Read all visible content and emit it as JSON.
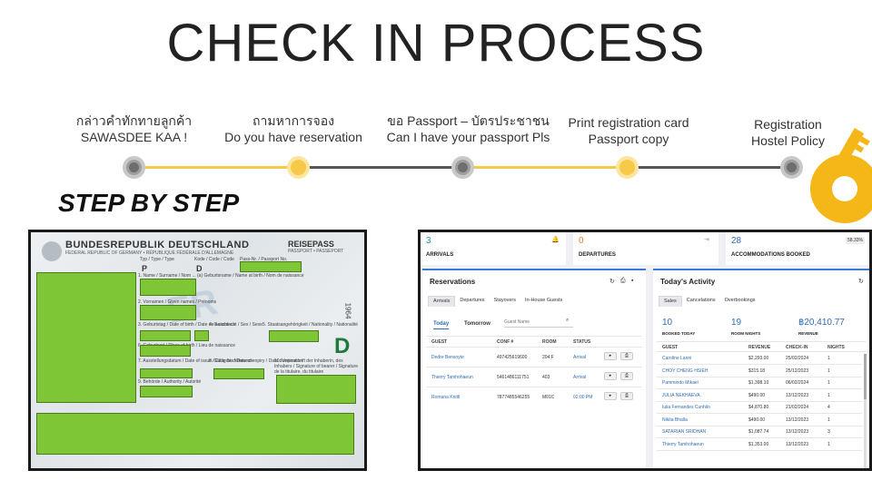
{
  "title": "CHECK IN PROCESS",
  "steps": [
    {
      "line1": "กล่าวคำทักทายลูกค้า",
      "line2": "SAWASDEE KAA !"
    },
    {
      "line1": "ถามหาการจอง",
      "line2": "Do you have reservation"
    },
    {
      "line1": "ขอ Passport – บัตรประชาชน",
      "line2": "Can I have your passport Pls"
    },
    {
      "line1": "Print registration card",
      "line2": "Passport copy"
    },
    {
      "line1": "Registration",
      "line2": "Hostel Policy"
    }
  ],
  "subtitle": "STEP BY STEP",
  "passport": {
    "country": "BUNDESREPUBLIK DEUTSCHLAND",
    "country_sub": "FEDERAL REPUBLIC OF GERMANY • RÉPUBLIQUE FÉDÉRALE D'ALLEMAGNE",
    "doc_title": "REISEPASS",
    "doc_sub": "PASSPORT • PASSEPORT",
    "type_label": "Typ / Type / Type",
    "code_label": "Kode / Code / Code",
    "number_label": "Pass-Nr. / Passport No.",
    "type_value": "P",
    "code_value": "D",
    "name_label": "1. Name / Surname / Nom ... (a) Geburtsname / Name at birth / Nom de naissance",
    "given_label": "2. Vornamen / Given names / Prénoms",
    "dob_label": "3. Geburtstag / Date of birth / Date de naissance",
    "sex_label": "4. Geschlecht / Sex / Sexe",
    "nationality_label": "5. Staatsangehörigkeit / Nationality / Nationalité",
    "pob_label": "6. Geburtsort / Place of birth / Lieu de naissance",
    "issue_label": "7. Ausstellungsdatum / Date of issue / Date de délivrance",
    "expiry_label": "8. Gültig bis / Date of expiry / Date d'expiration",
    "signature_label": "10. Unterschrift der Inhaberin, des Inhabers / Signature of bearer / Signature de la titulaire, du titulaire",
    "authority_label": "9. Behörde / Authority / Autorité",
    "big_letter": "D",
    "side_number": "1964",
    "watermark": "ER"
  },
  "pms": {
    "stats": [
      {
        "num": "3",
        "label": "ARRIVALS"
      },
      {
        "num": "0",
        "label": "DEPARTURES"
      },
      {
        "num": "28",
        "label": "ACCOMMODATIONS BOOKED",
        "pct": "58.33%"
      }
    ],
    "reservations": {
      "title": "Reservations",
      "tabs": [
        "Arrivals",
        "Departures",
        "Stayovers",
        "In-House Guests"
      ],
      "day_tabs": [
        "Today",
        "Tomorrow"
      ],
      "search_placeholder": "Guest Name",
      "columns": [
        "GUEST",
        "CONF #",
        "ROOM",
        "STATUS"
      ],
      "rows": [
        {
          "guest": "Dedre Bensoyte",
          "conf": "497425619600",
          "room": "204 F",
          "status": "Arrival"
        },
        {
          "guest": "Thierry Tamhohaeun",
          "conf": "5461486111751",
          "room": "403",
          "status": "Arrival"
        },
        {
          "guest": "Romana Knittl",
          "conf": "7877485546255",
          "room": "M01C",
          "status": "02:00 PM"
        }
      ]
    },
    "activity": {
      "title": "Today's Activity",
      "tabs": [
        "Sales",
        "Cancelations",
        "Overbookings"
      ],
      "kpis": [
        {
          "num": "10",
          "label": "BOOKED TODAY"
        },
        {
          "num": "19",
          "label": "ROOM NIGHTS"
        },
        {
          "num": "฿20,410.77",
          "label": "REVENUE"
        }
      ],
      "columns": [
        "GUEST",
        "REVENUE",
        "CHECK-IN",
        "NIGHTS"
      ],
      "rows": [
        {
          "guest": "Caroline Lanni",
          "revenue": "$2,293.00",
          "checkin": "25/02/2024",
          "nights": "1"
        },
        {
          "guest": "CHOY CHENG HSIEH",
          "revenue": "$315.18",
          "checkin": "25/12/2023",
          "nights": "1"
        },
        {
          "guest": "Pammindo Mikael",
          "revenue": "$1,398.10",
          "checkin": "06/02/2024",
          "nights": "1"
        },
        {
          "guest": "JULIA NEKHAEVA",
          "revenue": "$490.00",
          "checkin": "13/12/2023",
          "nights": "1"
        },
        {
          "guest": "Iulia Fernandes Cunhilo",
          "revenue": "$4,870.80",
          "checkin": "21/02/2024",
          "nights": "4"
        },
        {
          "guest": "Nikita Bhalla",
          "revenue": "$490.00",
          "checkin": "13/12/2023",
          "nights": "1"
        },
        {
          "guest": "SATARIAN SRIDHAN",
          "revenue": "$1,087.74",
          "checkin": "13/12/2023",
          "nights": "3"
        },
        {
          "guest": "Thierry Tamhohaeun",
          "revenue": "$1,353.00",
          "checkin": "13/12/2023",
          "nights": "1"
        }
      ]
    }
  },
  "colors": {
    "accent_yellow": "#f7c948",
    "node_grey": "#9e9e9e",
    "link_blue": "#2f6db5",
    "redaction_green": "#7ec636"
  }
}
